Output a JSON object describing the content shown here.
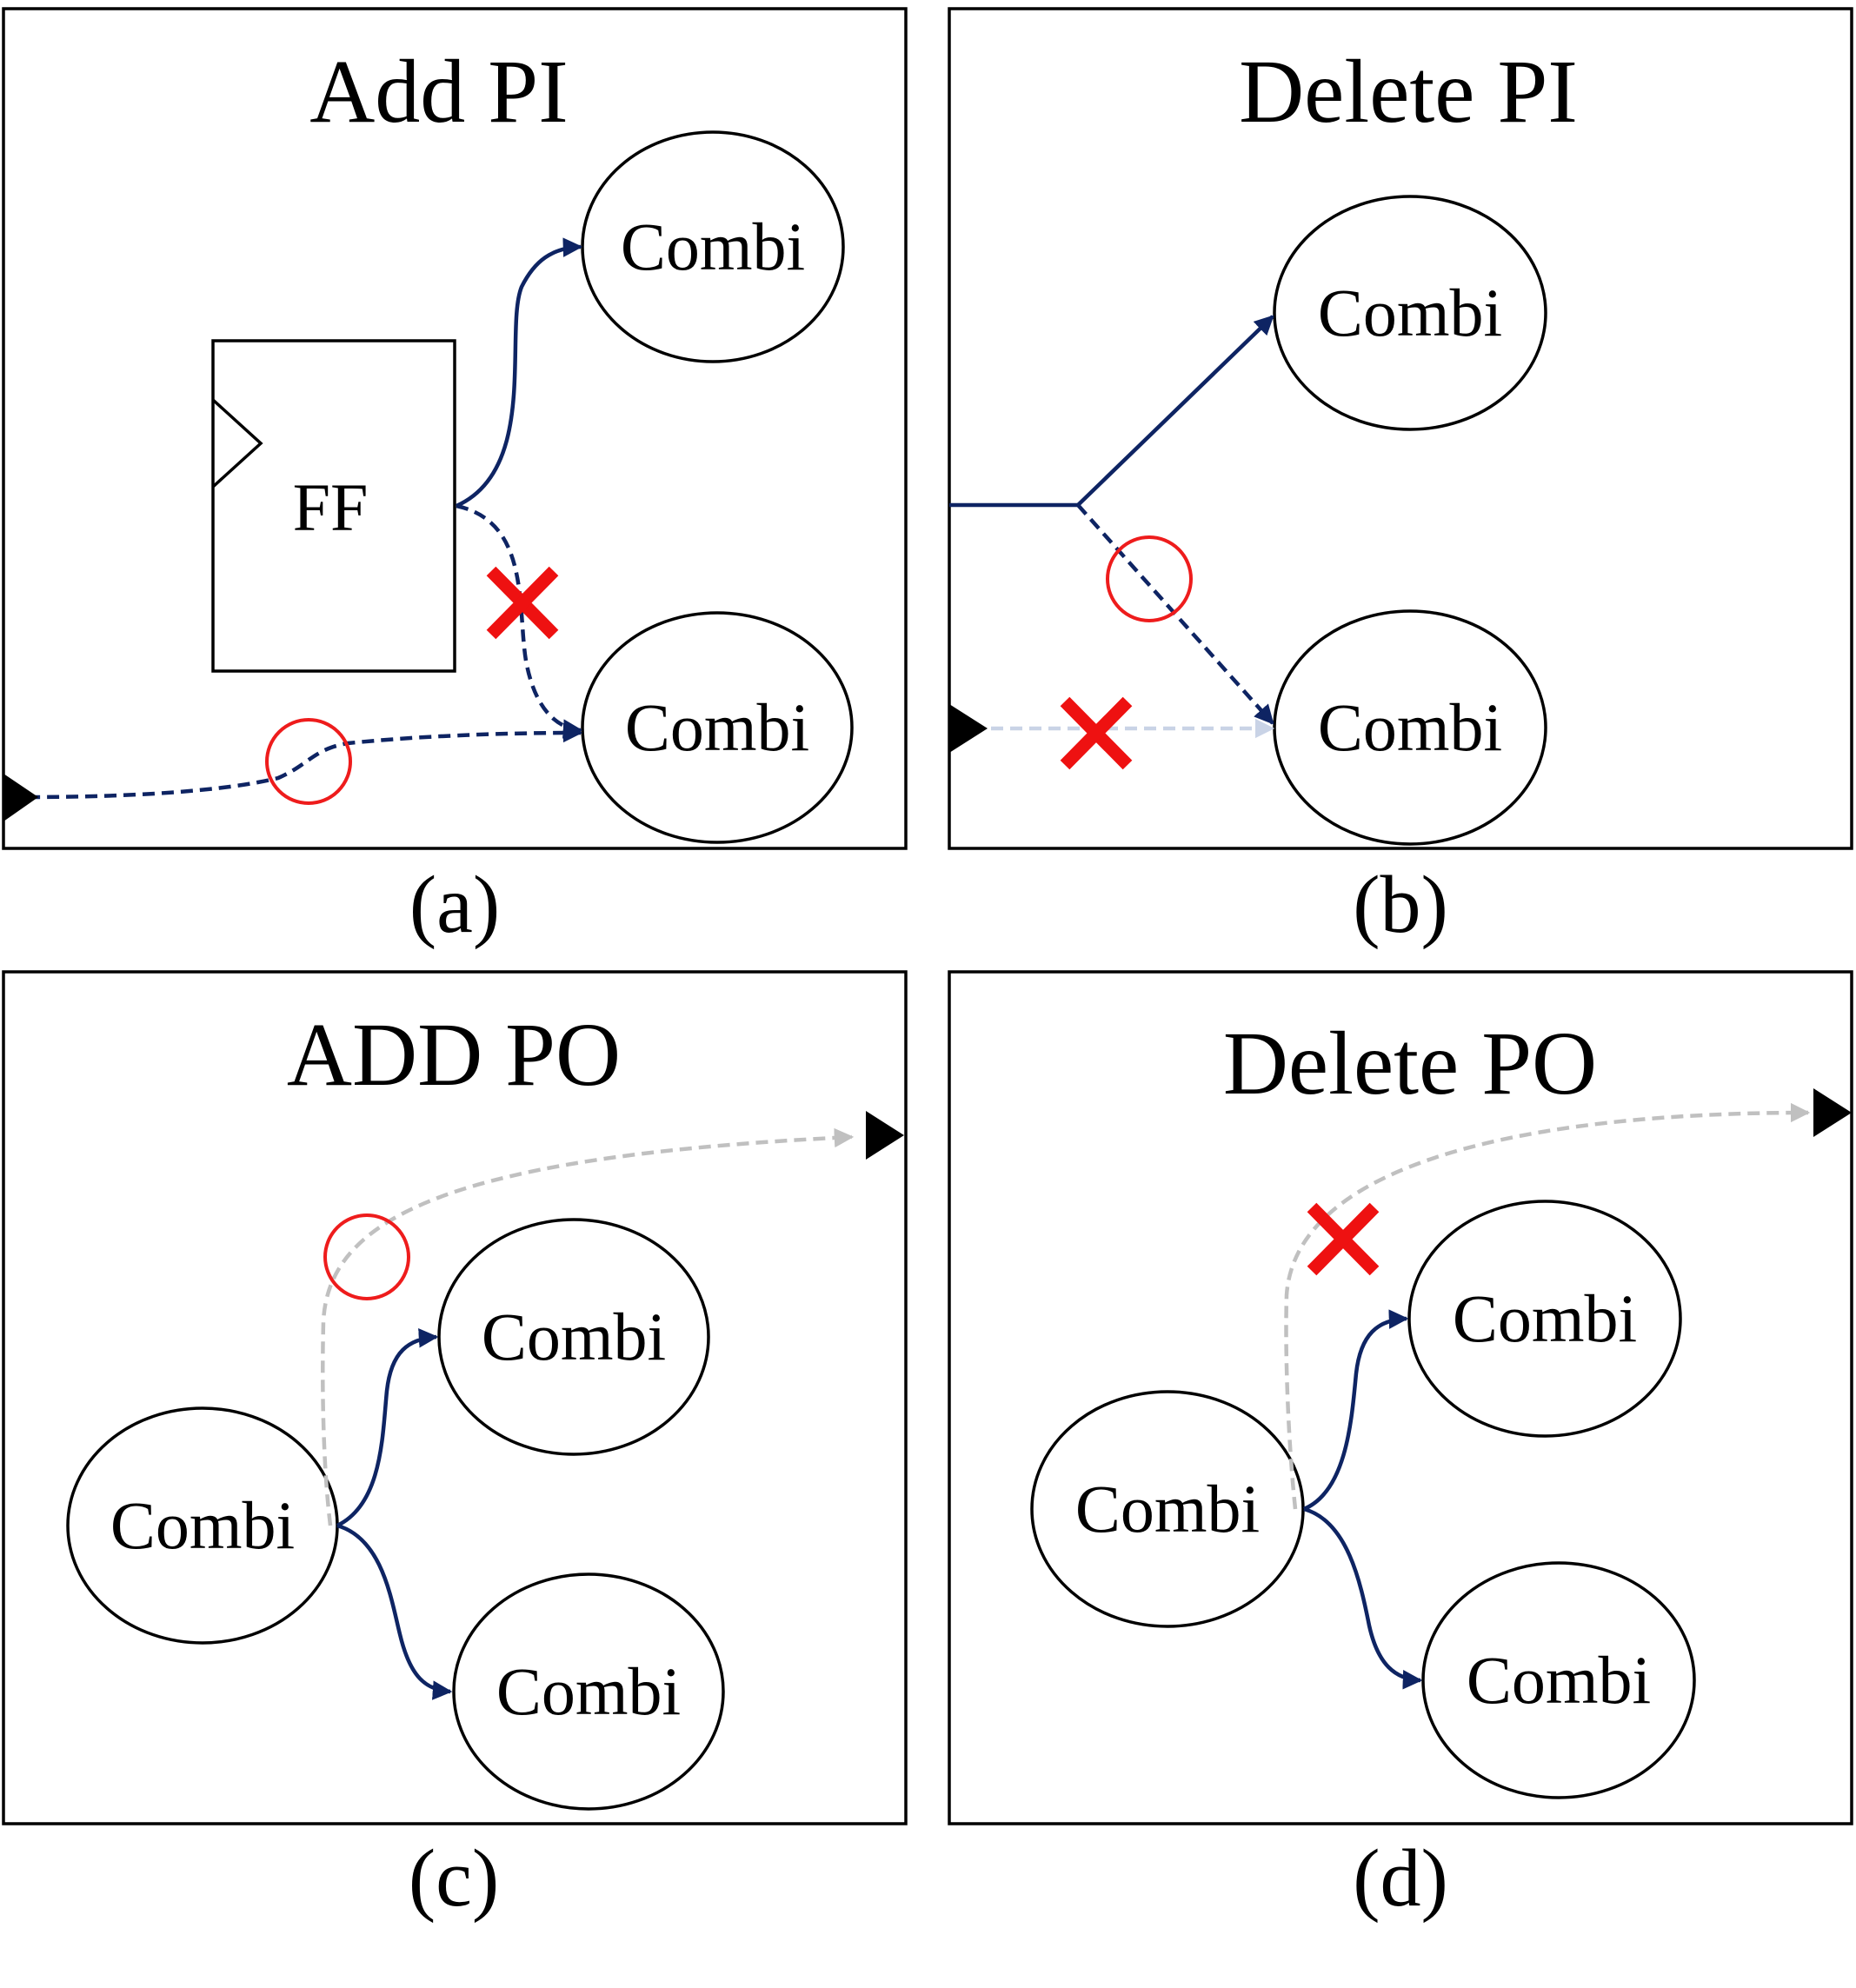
{
  "panels": [
    {
      "title": "Add PI",
      "caption": "(a)",
      "nodes": [
        "Combi",
        "Combi"
      ],
      "ff_label": "FF"
    },
    {
      "title": "Delete PI",
      "caption": "(b)",
      "nodes": [
        "Combi",
        "Combi"
      ]
    },
    {
      "title": "ADD PO",
      "caption": "(c)",
      "nodes": [
        "Combi",
        "Combi",
        "Combi"
      ]
    },
    {
      "title": "Delete PO",
      "caption": "(d)",
      "nodes": [
        "Combi",
        "Combi",
        "Combi"
      ]
    }
  ],
  "colors": {
    "edge": "#0e2463",
    "edge_faded": "#c0c0c0",
    "edge_removed": "#c9d3e6",
    "highlight_circle": "#ee1c1c",
    "delete_cross": "#ee1111"
  }
}
